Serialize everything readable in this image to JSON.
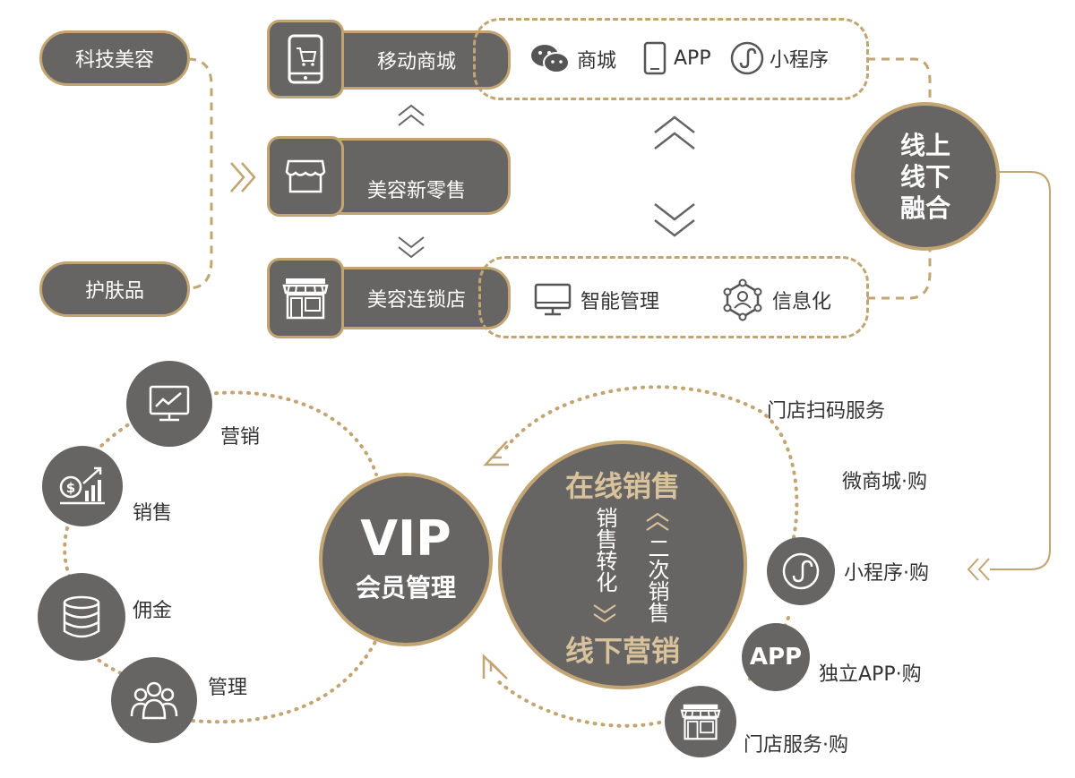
{
  "left_sources": {
    "tech_beauty": "科技美容",
    "skincare": "护肤品"
  },
  "channels": {
    "mobile_mall": "移动商城",
    "new_retail": "美容新零售",
    "chain_store": "美容连锁店"
  },
  "online_box": {
    "mall": "商城",
    "app": "APP",
    "miniprogram": "小程序"
  },
  "offline_box": {
    "smart_mgmt": "智能管理",
    "informatization": "信息化"
  },
  "fusion_circle": {
    "line1": "线上",
    "line2": "线下",
    "line3": "融合"
  },
  "vip": {
    "title": "VIP",
    "subtitle": "会员管理"
  },
  "vip_functions": {
    "marketing": "营销",
    "sales": "销售",
    "commission": "佣金",
    "management": "管理"
  },
  "sales_circle": {
    "top": "在线销售",
    "bottom": "线下营销",
    "left_vertical": "销售转化",
    "right_vertical": "二次销售"
  },
  "purchase_channels": {
    "store_scan": "门店扫码服务",
    "wechat_mall": "微商城·购",
    "miniprogram": "小程序·购",
    "app_badge": "APP",
    "app": "独立APP·购",
    "store_service": "门店服务·购"
  },
  "colors": {
    "dark": "#666564",
    "gold": "#c2a572",
    "text": "#333333"
  }
}
